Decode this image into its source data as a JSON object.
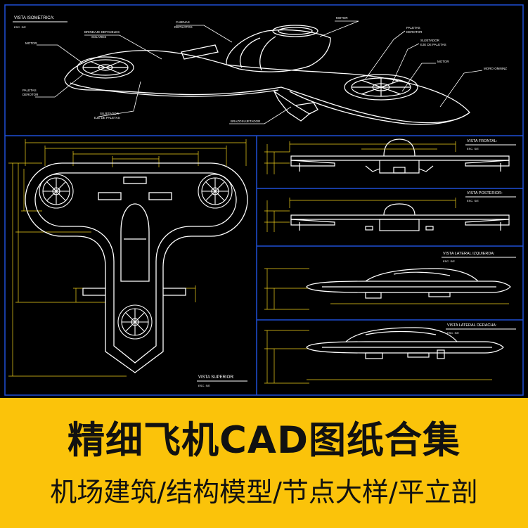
{
  "drawing": {
    "iso_view": {
      "title": "VISTA ISOMETRICA:",
      "scale": "ESC. S/E",
      "labels": {
        "motor_left": "MOTOR",
        "solar_1": "BRINDAJE DEPANELES",
        "solar_2": "SOLARES",
        "cabin_1": "CABINAS",
        "cabin_2": "DEPILOTOS",
        "motor_top": "MOTOR",
        "paletas_r1": "PALETAS",
        "paletas_r2": "DEROTOR",
        "sujetador_r1": "SUJETADOR",
        "sujetador_r2": "EJE DE PALETAS",
        "motor_right": "MOTOR",
        "moro_1": "MORO OMNINZ",
        "paletas_l1": "PALETAS",
        "paletas_l2": "DEROTOR",
        "sujetador_b1": "SUJETADOR",
        "sujetador_b2": "EJE DE PALETAS",
        "brazo": "BRAZOSUJETADOR"
      }
    },
    "top_view": {
      "title": "VISTA SUPERIOR:",
      "scale": "ESC. S/E"
    },
    "front_view": {
      "title": "VISTA FRONTAL:",
      "scale": "ESC. S/E"
    },
    "rear_view": {
      "title": "VISTA POSTERIOR:",
      "scale": "ESC. S/E"
    },
    "left_view": {
      "title": "VISTA LATERAL IZQUIERDA:",
      "scale": "ESC. S/E"
    },
    "right_view": {
      "title": "VISTA LATERAL DERACHA:",
      "scale": "ESC. S/E"
    }
  },
  "banner": {
    "title": "精细飞机CAD图纸合集",
    "subtitle": "机场建筑/结构模型/节点大样/平立剖"
  },
  "colors": {
    "background": "#000000",
    "frame": "#1f4fd6",
    "line": "#ffffff",
    "dimension": "#f2d21c",
    "banner": "#fbc30a"
  }
}
